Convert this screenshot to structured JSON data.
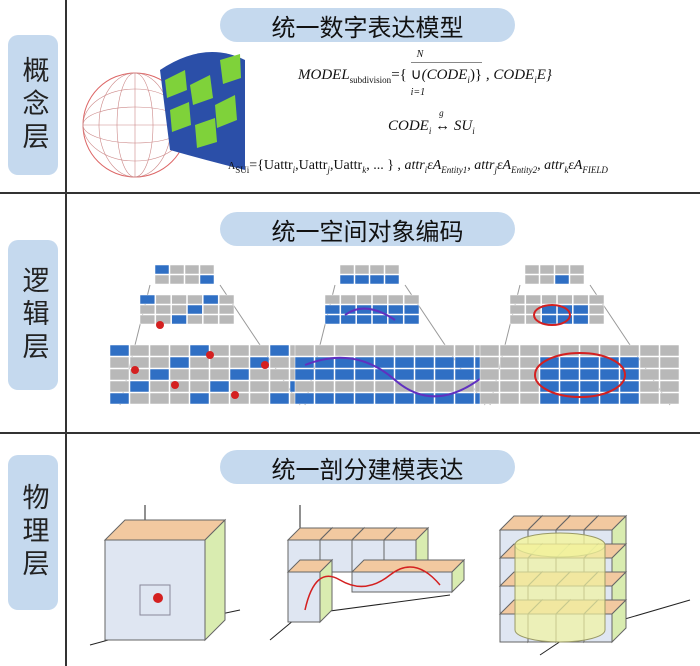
{
  "layers": [
    {
      "label": "概念层"
    },
    {
      "label": "逻辑层"
    },
    {
      "label": "物理层"
    }
  ],
  "titles": {
    "concept": "统一数字表达模型",
    "logic": "统一空间对象编码",
    "physical": "统一剖分建模表达"
  },
  "formulas": {
    "f1": {
      "model": "MODEL",
      "sub": "subdivision",
      "eq": "={",
      "sup": "N",
      "union": "∪",
      "code": "(CODE",
      "i": "i",
      "close": ")}",
      "lower": "i=1",
      "tail": " , CODE",
      "tail_i": "i",
      "tail_e": "E}"
    },
    "f2": {
      "code": "CODE",
      "i": "i",
      "arrow": "↔",
      "g": "g",
      "su": "SU",
      "su_i": "i"
    },
    "f3": {
      "a": "A",
      "asub": "SUi",
      "set": "={Uattr",
      "i": "i",
      ",Uattr1": ",Uattr",
      "j": "j",
      ",Uattr2": ",Uattr",
      "k": "k",
      "rest": ", ... } , ",
      "attr1": "attr",
      "e1": "εA",
      "ent1": "Entity1",
      ",attr2": ", attr",
      "e2": "εA",
      "ent2": "Entity2",
      ",attr3": ", attr",
      "e3": "εA",
      "ent3": "FIELD"
    }
  },
  "colors": {
    "pill": "#c5d9ee",
    "blue": "#2f6fc4",
    "gray": "#b8b8b8",
    "red": "#d42020"
  }
}
